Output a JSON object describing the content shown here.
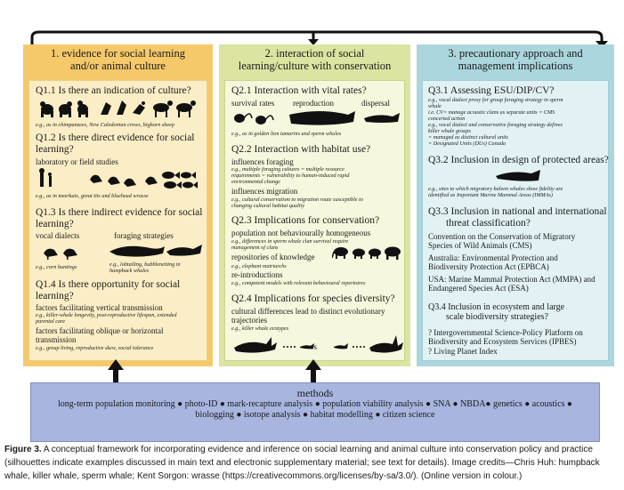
{
  "columns": [
    {
      "title": "1. evidence for social learning\nand/or animal culture"
    },
    {
      "title": "2. interaction of social\nlearning/culture with conservation"
    },
    {
      "title": "3. precautionary approach and\nmanagement implications"
    }
  ],
  "col1": {
    "q11": "Q1.1 Is there an indication of culture?",
    "q11_eg": "e.g., as in chimpanzees, New Caledonian crows, bighorn sheep",
    "q12a": "Q1.2 Is there direct evidence for social",
    "q12b": "learning?",
    "q12_sub": "laboratory or field studies",
    "q12_eg": "e.g., as in meerkats, great tits and bluehead wrasse",
    "q13a": "Q1.3 Is there indirect evidence for social",
    "q13b": "learning?",
    "q13_sub1": "vocal dialects",
    "q13_sub2": "foraging strategies",
    "q13_eg1": "e.g., corn buntings",
    "q13_eg2a": "e.g., lobtailing, bubblenetting in",
    "q13_eg2b": "humpback whales",
    "q14a": "Q1.4 Is there opportunity for social",
    "q14b": "learning?",
    "q14_sub1": "factors facilitating vertical transmission",
    "q14_eg1a": "e.g., killer-whale longevity, post-reproductive lifespan, extended",
    "q14_eg1b": "parental care",
    "q14_sub2a": "factors facilitating oblique or horizontal",
    "q14_sub2b": "transmission",
    "q14_eg2": "e.g., group living, reproductive skew, social tolerance"
  },
  "col2": {
    "q21": "Q2.1 Interaction with vital rates?",
    "q21_l1": "survival rates",
    "q21_l2": "reproduction",
    "q21_l3": "dispersal",
    "q21_eg": "e.g., as in golden lion tamarins and sperm whales",
    "q22": "Q2.2 Interaction with habitat use?",
    "q22_s1": "influences foraging",
    "q22_e1a": "e.g., multiple foraging  cultures = multiple resource",
    "q22_e1b": "requirements = vulnerability to human-induced rapid",
    "q22_e1c": "environmental change",
    "q22_s2": "influences migration",
    "q22_e2a": "e.g., cultural conservatism to migration route susceptible to",
    "q22_e2b": "changing cultural habitat quality",
    "q23": "Q2.3 Implications for conservation?",
    "q23_s1": "population not behaviourally homogeneous",
    "q23_e1a": "e.g., differences in sperm whale clan survival require",
    "q23_e1b": "management of clans",
    "q23_s2": "repositories of knowledge",
    "q23_e2": "e.g., elephant matriarchs",
    "q23_s3": "re-introductions",
    "q23_e3": "e.g., competent models with relevant behavioural repertoires",
    "q24": "Q2.4 Implications for species diversity?",
    "q24_s1a": "cultural differences lead to distinct evolutionary",
    "q24_s1b": "trajectories",
    "q24_eg": "e.g., killer whale ecotypes",
    "vs": "vs"
  },
  "col3": {
    "q31": "Q3.1 Assessing ESU/DIP/CV?",
    "q31_e1": "e.g., vocal dialect proxy for group foraging strategy in sperm",
    "q31_e2": "whale",
    "q31_e3": "i.e. CV= manage acoustic clans as separate units = CMS",
    "q31_e4": "concerted action",
    "q31_e5": "e.g., vocal dialect and conservative foraging strategy defines",
    "q31_e6": "killer whale groups",
    "q31_e7": "= managed as distinct cultural units",
    "q31_e8": "= Designated Units (DUs) Canada",
    "q32": "Q3.2 Inclusion in design of protected areas?",
    "q32_e1": "e.g., sites to which migratory baleen whales show fidelity are",
    "q32_e2": "identified as Important Marine  Mammal  Areas (IMMAs)",
    "q33a": "Q3.3 Inclusion in national and international",
    "q33b": "threat classification?",
    "q33_c1a": "Convention on the Conservation of Migratory",
    "q33_c1b": "Species of Wild Animals (CMS)",
    "q33_c2a": "Australia: Environmental Protection and",
    "q33_c2b": "Biodiversity Protection Act (EPBCA)",
    "q33_c3a": "USA: Marine Mammal Protection Act (MMPA) and",
    "q33_c3b": "Endangered Species Act (ESA)",
    "q34a": "Q3.4 Inclusion in ecosystem and large",
    "q34b": "scale biodiversity strategies?",
    "q34_c1a": "? Intergovernmental Science-Policy Platform on",
    "q34_c1b": "Biodiversity and Ecosystem Services (IPBES)",
    "q34_c2": "? Living Planet Index"
  },
  "methods": {
    "title": "methods",
    "text": "long-term population monitoring ● photo-ID ● mark-recapture analysis  ● population viability analysis ● SNA ● NBDA● genetics  ● acoustics ● biologging ● isotope analysis  ● habitat modelling ● citizen science"
  },
  "caption": {
    "label": "Figure 3.",
    "text": " A conceptual framework for incorporating evidence and inference on social learning and animal culture into conservation policy and practice (silhouettes indicate examples discussed in main text and electronic supplementary material; see text for details). Image credits—Chris Huh: humpback whale, killer whale, sperm whale; Kent Sorgon: wrasse (https://creativecommons.org/licenses/by-sa/3.0/). (Online version in colour.)"
  },
  "colors": {
    "col1": "#f5c96a",
    "col2": "#dbe4a0",
    "col3": "#abd6dd",
    "methods": "#a8b5df"
  }
}
